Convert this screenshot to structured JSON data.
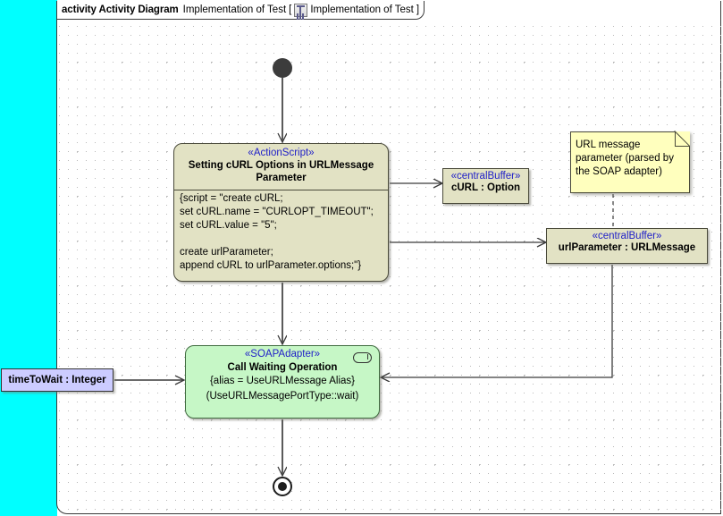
{
  "frame": {
    "keyword": "activity Activity Diagram",
    "name": "Implementation of Test",
    "bracket_open": "[",
    "icon": "activity-diagram-icon",
    "ref_label": "Implementation of Test",
    "bracket_close": "]"
  },
  "nodes": {
    "start": {
      "name": "initial-node",
      "label": ""
    },
    "action": {
      "stereotype": "«ActionScript»",
      "name": "Setting cURL Options in URLMessage Parameter",
      "body": "{script = \"create cURL;\nset cURL.name = \"CURLOPT_TIMEOUT\";\nset cURL.value = \"5\";\n\ncreate urlParameter;\nappend cURL to urlParameter.options;\"}",
      "fill": "#E2E2C4"
    },
    "curl_buffer": {
      "stereotype": "«centralBuffer»",
      "name": "cURL : Option",
      "fill": "#E2E2C4"
    },
    "url_buffer": {
      "stereotype": "«centralBuffer»",
      "name": "urlParameter : URLMessage",
      "fill": "#E2E2C4"
    },
    "note": {
      "text": "URL message\nparameter (parsed by\nthe SOAP adapter)",
      "fill": "#FFFFBE"
    },
    "soap": {
      "stereotype": "«SOAPAdapter»",
      "name": "Call Waiting Operation",
      "line1": "{alias = UseURLMessage Alias}",
      "line2": "(UseURLMessagePortType::wait)",
      "fill": "#C6F7C6",
      "pin": "port-pin-icon"
    },
    "param": {
      "name": "timeToWait : Integer",
      "fill": "#CCCCFF"
    },
    "end": {
      "name": "activity-final-node",
      "label": ""
    }
  },
  "edges": [
    {
      "from": "start",
      "to": "action"
    },
    {
      "from": "action",
      "to": "curl_buffer"
    },
    {
      "from": "action",
      "to": "url_buffer"
    },
    {
      "from": "action",
      "to": "soap"
    },
    {
      "from": "url_buffer",
      "to": "soap"
    },
    {
      "from": "param",
      "to": "soap"
    },
    {
      "from": "soap",
      "to": "end"
    },
    {
      "from": "note",
      "to": "url_buffer",
      "style": "dashed"
    }
  ],
  "colors": {
    "selection": "#00FFFF",
    "stereotype_text": "#2020C8",
    "edge": "#3a3a3a"
  }
}
